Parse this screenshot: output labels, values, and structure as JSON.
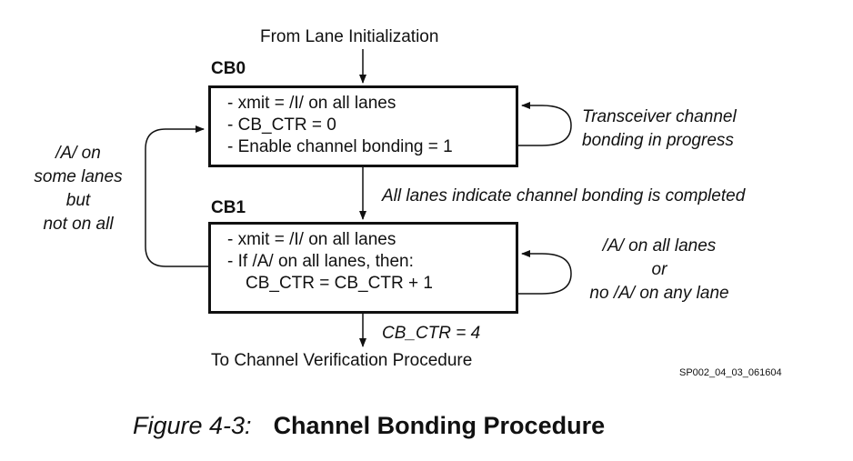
{
  "diagram": {
    "entry_label": "From Lane Initialization",
    "exit_label": "To Channel Verification Procedure",
    "states": [
      {
        "name": "CB0",
        "lines": [
          "- xmit = /I/ on all lanes",
          "- CB_CTR = 0",
          "- Enable channel bonding = 1"
        ]
      },
      {
        "name": "CB1",
        "lines": [
          "- xmit = /I/ on all lanes",
          "- If /A/ on all lanes, then:",
          "CB_CTR = CB_CTR + 1"
        ]
      }
    ],
    "transitions": {
      "cb0_self": [
        "Transceiver channel",
        "bonding in progress"
      ],
      "cb0_to_cb1": "All lanes indicate channel bonding is completed",
      "cb1_to_cb0": [
        "/A/ on",
        "some lanes",
        "but",
        "not on all"
      ],
      "cb1_self": [
        "/A/ on all lanes",
        "or",
        "no /A/ on any lane"
      ],
      "cb1_exit": "CB_CTR = 4"
    },
    "figure_id": "SP002_04_03_061604"
  },
  "caption": {
    "number": "Figure 4-3:",
    "title": "Channel Bonding Procedure"
  }
}
